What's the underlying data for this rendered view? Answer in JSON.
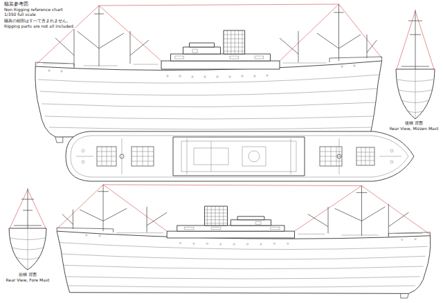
{
  "diagram": {
    "labels": [
      "艤装参考図",
      "Non Rigging reference chart",
      "1/350 full scale",
      "艤装の細部はすべて含まれません。",
      "Rigging parts are not all included.",
      "後檣 背面",
      "Rear View, Mizzen Mast",
      "前檣 背面",
      "Rear View, Fore Mast"
    ]
  }
}
